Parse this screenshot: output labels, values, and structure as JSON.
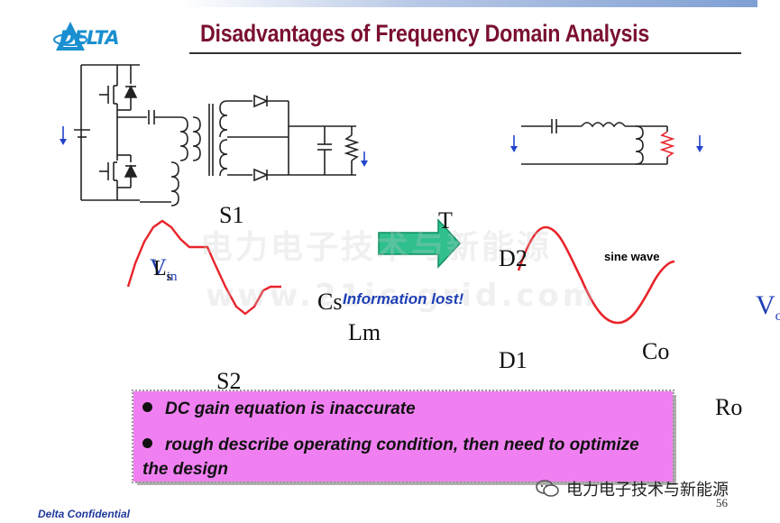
{
  "header": {
    "logo_text": "DELTA",
    "title": "Disadvantages of  Frequency Domain Analysis"
  },
  "circuit_labels": {
    "s1": "S1",
    "s2": "S2",
    "vin_v": "V",
    "vin_sub": "in",
    "ls_l": "L",
    "ls_sub": "s",
    "cs": "Cs",
    "lm": "Lm",
    "t": "T",
    "d2": "D2",
    "d1": "D1",
    "co": "Co",
    "ro": "Ro",
    "vo_v": "V",
    "vo_sub": "o"
  },
  "annotations": {
    "info_lost": "Information lost!",
    "sine_wave": "sine wave"
  },
  "watermark": {
    "line1": "电力电子技术与新能源",
    "line2": "www.21ic-grid.com"
  },
  "bullets": [
    "DC gain equation is inaccurate",
    "rough describe operating condition, then need to optimize the design"
  ],
  "footer": {
    "confidential": "Delta Confidential",
    "wechat_account": "电力电子技术与新能源",
    "page_number": "56"
  },
  "colors": {
    "title": "#7a1030",
    "waveform": "#e8242a",
    "arrow": "#2fc08e",
    "highlight_box": "#f080f2",
    "info_text": "#1f3fb5"
  }
}
